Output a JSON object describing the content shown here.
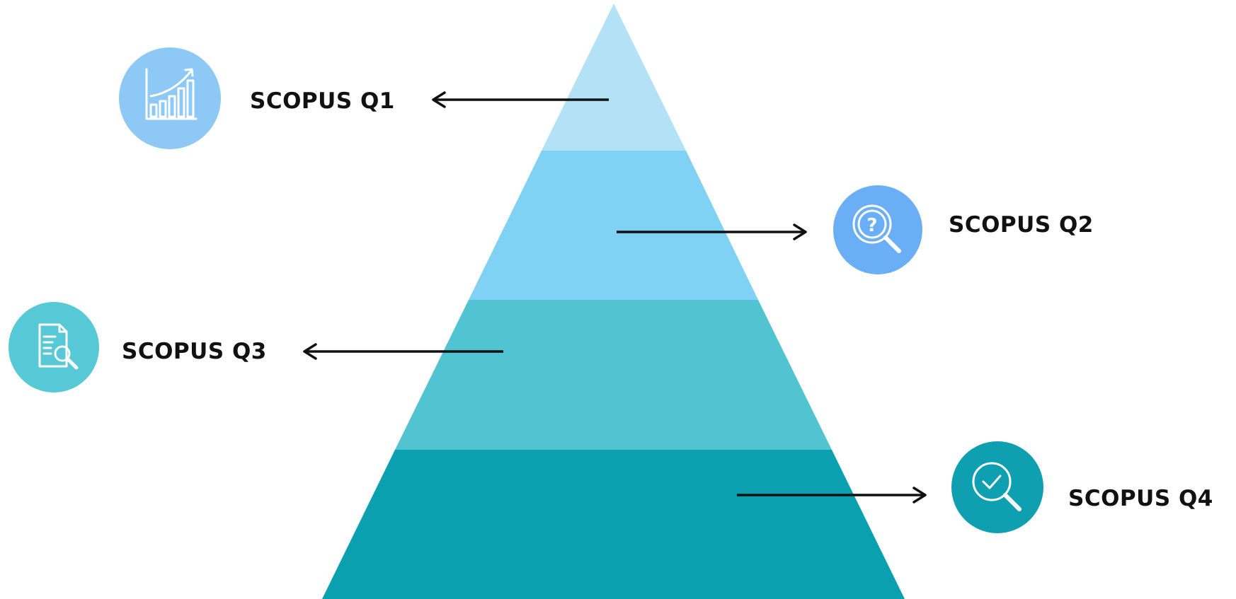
{
  "levels": [
    {
      "id": "q1",
      "label": "SCOPUS Q1",
      "fill": "#b3e2f7",
      "icon": "chart-growth-icon",
      "icon_color": "#8ec9f6",
      "arrow_direction": "left"
    },
    {
      "id": "q2",
      "label": "SCOPUS Q2",
      "fill": "#7fd2f3",
      "icon": "question-search-icon",
      "icon_color": "#6aaff5",
      "arrow_direction": "right"
    },
    {
      "id": "q3",
      "label": "SCOPUS Q3",
      "fill": "#52c4d1",
      "icon": "document-search-icon",
      "icon_color": "#56c8d6",
      "arrow_direction": "left"
    },
    {
      "id": "q4",
      "label": "SCOPUS Q4",
      "fill": "#0aa0b0",
      "icon": "check-search-icon",
      "icon_color": "#0ea0b1",
      "arrow_direction": "right"
    }
  ]
}
